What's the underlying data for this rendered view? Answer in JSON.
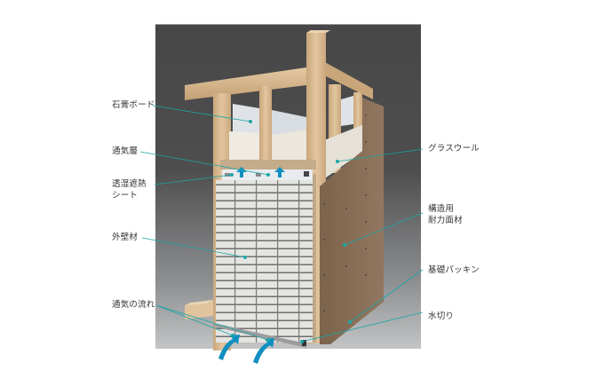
{
  "diagram": {
    "subject": "wall ventilation construction cross-section",
    "colors": {
      "leader_line": "#1aa6a6",
      "arrow": "#0f8fc0",
      "background_top": "#4a4a4a",
      "background_bottom": "#b8babb",
      "wood": "#d9b98f",
      "panel_board": "#8a6f55",
      "siding": "#e6e6e3",
      "insulation": "#ece8de",
      "gypsum": "#dfe3e7"
    },
    "labels_left": [
      {
        "id": "gypsum-board",
        "text": "石膏ボード"
      },
      {
        "id": "air-layer",
        "text": "通気層"
      },
      {
        "id": "breathable-sheet",
        "text_line1": "透湿遮熱",
        "text_line2": "シート"
      },
      {
        "id": "exterior-siding",
        "text": "外壁材"
      },
      {
        "id": "airflow",
        "text": "通気の流れ"
      }
    ],
    "labels_right": [
      {
        "id": "glass-wool",
        "text": "グラスウール"
      },
      {
        "id": "structural-panel",
        "text_line1": "構造用",
        "text_line2": "耐力面材"
      },
      {
        "id": "foundation-packing",
        "text": "基礎パッキン"
      },
      {
        "id": "flashing",
        "text": "水切り"
      }
    ]
  }
}
